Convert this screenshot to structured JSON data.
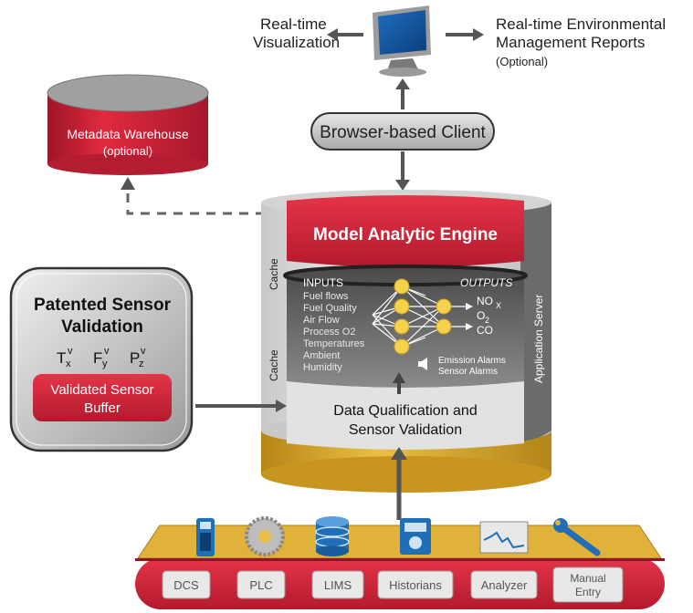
{
  "top": {
    "realtime_vis_line1": "Real-time",
    "realtime_vis_line2": "Visualization",
    "env_reports_line1": "Real-time Environmental",
    "env_reports_line2": "Management Reports",
    "env_reports_line3": "(Optional)"
  },
  "client": {
    "label": "Browser-based Client"
  },
  "warehouse": {
    "line1": "Metadata Warehouse",
    "line2": "(optional)"
  },
  "engine": {
    "title": "Model Analytic Engine",
    "cache_top": "Cache",
    "cache_bottom": "Cache",
    "app_server": "Application Server",
    "inputs_title": "INPUTS",
    "inputs": [
      "Fuel flows",
      "Fuel Quality",
      "Air Flow",
      "Process O2",
      "Temperatures",
      "Ambient",
      "Humidity"
    ],
    "outputs_title": "OUTPUTS",
    "out_nox": "NO",
    "out_nox_sub": "X",
    "out_o2": "O",
    "out_o2_sub": "2",
    "out_co": "CO",
    "alarm1": "Emission Alarms",
    "alarm2": "Sensor Alarms",
    "dq_line1": "Data Qualification and",
    "dq_line2": "Sensor Validation"
  },
  "sensor_box": {
    "title_line1": "Patented Sensor",
    "title_line2": "Validation",
    "tx": "T",
    "tx_sub": "x",
    "tx_sup": "v",
    "fy": "F",
    "fy_sub": "y",
    "fy_sup": "v",
    "pz": "P",
    "pz_sub": "z",
    "pz_sup": "v",
    "buffer_line1": "Validated Sensor",
    "buffer_line2": "Buffer"
  },
  "sources": [
    {
      "label": "DCS",
      "icon": "dcs-device-icon"
    },
    {
      "label": "PLC",
      "icon": "gear-icon"
    },
    {
      "label": "LIMS",
      "icon": "database-icon"
    },
    {
      "label": "Historians",
      "icon": "disk-drive-icon"
    },
    {
      "label": "Analyzer",
      "icon": "chart-screen-icon"
    },
    {
      "label": "Manual",
      "label2": "Entry",
      "icon": "wrench-icon"
    }
  ],
  "colors": {
    "red": "#d21f3c",
    "dark_red": "#8e1426",
    "gold": "#d9a72a",
    "gray": "#8c8c8c",
    "dark_gray": "#555555",
    "neuron": "#f6d24a"
  }
}
